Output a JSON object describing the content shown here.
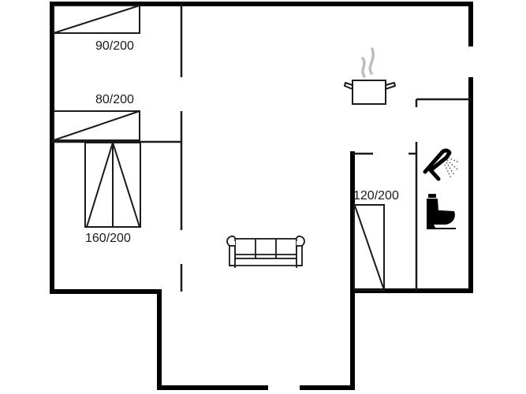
{
  "plan": {
    "wall_color": "#000000",
    "line_color": "#1a1a1a",
    "steam_color": "#bdbdbd",
    "background": "#ffffff"
  },
  "rooms": {
    "bedroom_single_top": {
      "bed_label": "90/200"
    },
    "bedroom_single_mid": {
      "bed_label": "80/200"
    },
    "bedroom_double": {
      "bed_label": "160/200"
    },
    "bedroom_small": {
      "bed_label": "120/200"
    },
    "kitchen": {
      "icon": "cooking-pot-icon"
    },
    "bathroom": {
      "icons": [
        "shower-icon",
        "toilet-icon"
      ]
    },
    "living_room": {
      "icon": "sofa-icon"
    }
  }
}
